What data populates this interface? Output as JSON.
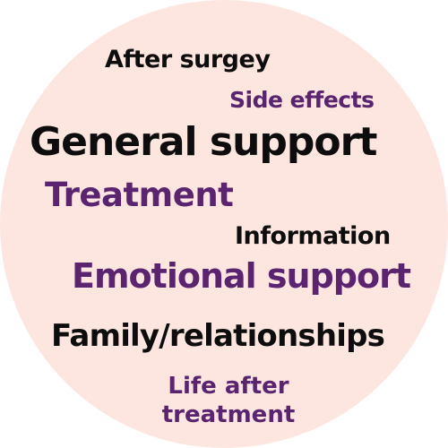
{
  "colors": {
    "circle_fill": "#fde6df",
    "dark_text": "#0d0d0d",
    "purple_text": "#5b2470"
  },
  "words": {
    "after_surgey": "After surgey",
    "side_effects": "Side effects",
    "general_support": "General support",
    "treatment": "Treatment",
    "information": "Information",
    "emotional_support": "Emotional support",
    "family_relationships": "Family/relationships",
    "life_after_line1": "Life after",
    "life_after_line2": "treatment"
  }
}
